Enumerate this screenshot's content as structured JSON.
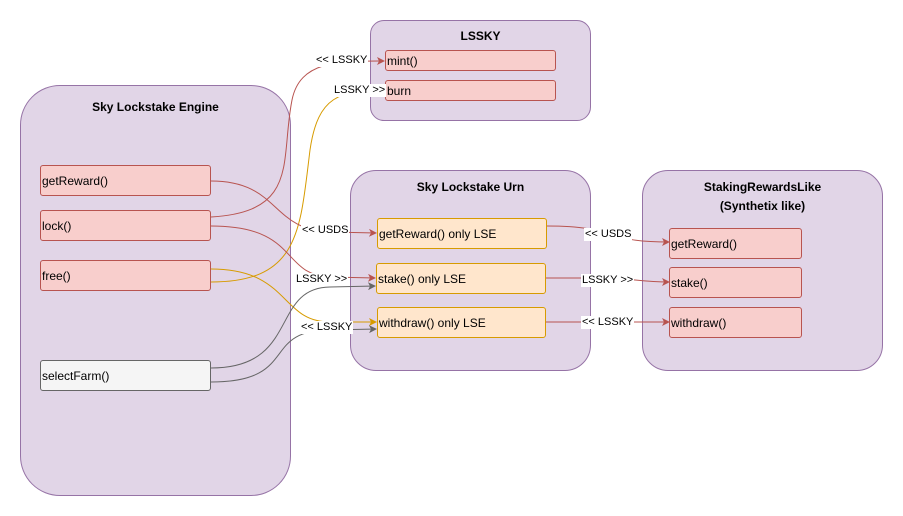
{
  "containers": {
    "engine": {
      "title": "Sky Lockstake Engine"
    },
    "lssky": {
      "title": "LSSKY"
    },
    "urn": {
      "title": "Sky Lockstake Urn"
    },
    "staking": {
      "title_line1": "StakingRewardsLike",
      "title_line2": "(Synthetix like)"
    }
  },
  "methods": {
    "engine_getReward": "getReward()",
    "engine_lock": "lock()",
    "engine_free": "free()",
    "engine_selectFarm": "selectFarm()",
    "lssky_mint": "mint()",
    "lssky_burn": "burn",
    "urn_getReward": "getReward() only LSE",
    "urn_stake": "stake() only LSE",
    "urn_withdraw": "withdraw() only LSE",
    "staking_getReward": "getReward()",
    "staking_stake": "stake()",
    "staking_withdraw": "withdraw()"
  },
  "edge_labels": {
    "mint": "<< LSSKY",
    "burn": "LSSKY >>",
    "urn_get_reward": "<< USDS",
    "urn_stake": "LSSKY >>",
    "urn_withdraw": "<< LSSKY",
    "staking_get_reward": "<< USDS",
    "staking_stake": "LSSKY >>",
    "staking_withdraw": "<< LSSKY"
  },
  "colors": {
    "container_fill": "#e1d5e7",
    "container_border": "#9673a6",
    "red_fill": "#f8cecc",
    "red_border": "#b85450",
    "orange_fill": "#ffe6cc",
    "orange_border": "#d79b00",
    "grey_fill": "#f5f5f5",
    "grey_border": "#666666"
  }
}
